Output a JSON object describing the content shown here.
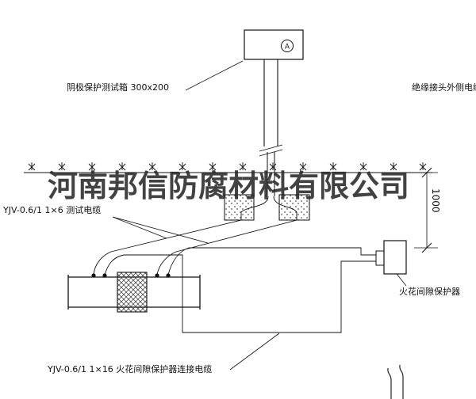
{
  "watermark": {
    "text": "河南邦信防腐材料有限公司"
  },
  "diagram": {
    "test_box_label": "阴极保护测试箱 300x200",
    "meter_symbol": "A",
    "insulation_cable_label": "绝缘接头外侧电缆",
    "test_cable_label": "YJV-0.6/1 1×6 测试电缆",
    "dimension_label": "1000",
    "spark_protector_label": "火花间隙保护器",
    "protector_cable_label": "YJV-0.6/1 1×16 火花间隙保护器连接电缆"
  }
}
